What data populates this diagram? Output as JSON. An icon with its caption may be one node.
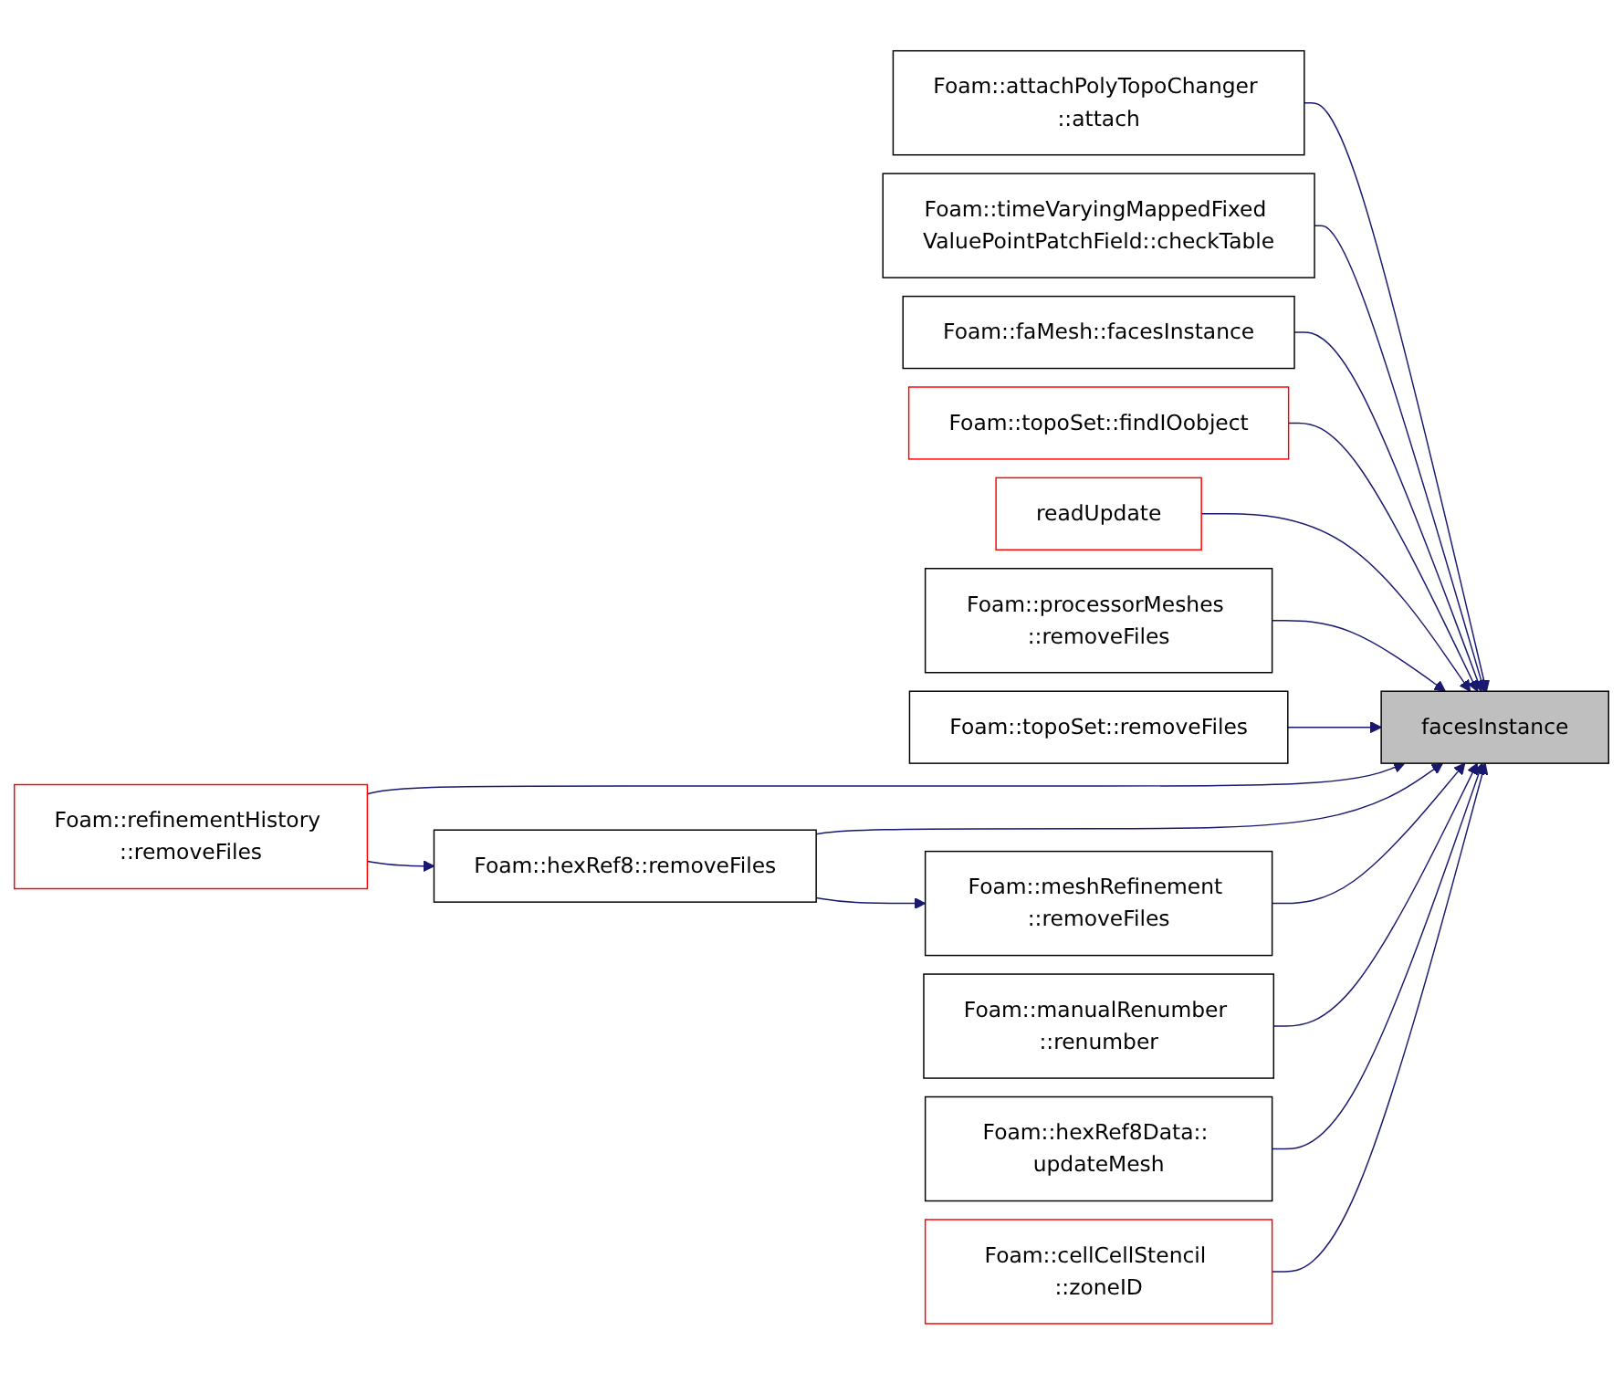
{
  "diagram": {
    "nodes": [
      {
        "text": [
          "facesInstance"
        ]
      },
      {
        "text": [
          "Foam::attachPolyTopoChanger ::attach"
        ]
      },
      {
        "text": [
          "Foam::timeVaryingMappedFixed ValuePointPatchField::checkTable"
        ]
      },
      {
        "text": [
          "Foam::faMesh::facesInstance"
        ]
      },
      {
        "text": [
          "Foam::topoSet::findIOobject"
        ]
      },
      {
        "text": [
          "readUpdate"
        ]
      },
      {
        "text": [
          "Foam::processorMeshes ::removeFiles"
        ]
      },
      {
        "text": [
          "Foam::topoSet::removeFiles"
        ]
      },
      {
        "text": [
          "Foam::refinementHistory ::removeFiles"
        ]
      },
      {
        "text": [
          "Foam::hexRef8::removeFiles"
        ]
      },
      {
        "text": [
          "Foam::meshRefinement ::removeFiles"
        ]
      },
      {
        "text": [
          "Foam::manualRenumber ::renumber"
        ]
      },
      {
        "text": [
          "Foam::hexRef8Data:: updateMesh"
        ]
      },
      {
        "text": [
          "Foam::cellCellStencil ::zoneID"
        ]
      }
    ],
    "edges": [
      {
        "from": 1,
        "to": 0,
        "arrow": "to"
      },
      {
        "from": 2,
        "to": 0,
        "arrow": "to"
      },
      {
        "from": 3,
        "to": 0,
        "arrow": "to"
      },
      {
        "from": 4,
        "to": 0,
        "arrow": "to"
      },
      {
        "from": 5,
        "to": 0,
        "arrow": "to"
      },
      {
        "from": 6,
        "to": 0,
        "arrow": "to"
      },
      {
        "from": 7,
        "to": 0,
        "arrow": "to"
      },
      {
        "from": 8,
        "to": 0,
        "arrow": "to"
      },
      {
        "from": 8,
        "to": 9,
        "arrow": "to"
      },
      {
        "from": 9,
        "to": 0,
        "arrow": "to"
      },
      {
        "from": 9,
        "to": 10,
        "arrow": "to"
      },
      {
        "from": 10,
        "to": 0,
        "arrow": "to"
      },
      {
        "from": 11,
        "to": 0,
        "arrow": "to"
      },
      {
        "from": 12,
        "to": 0,
        "arrow": "to"
      },
      {
        "from": 13,
        "to": 0,
        "arrow": "to"
      }
    ]
  }
}
